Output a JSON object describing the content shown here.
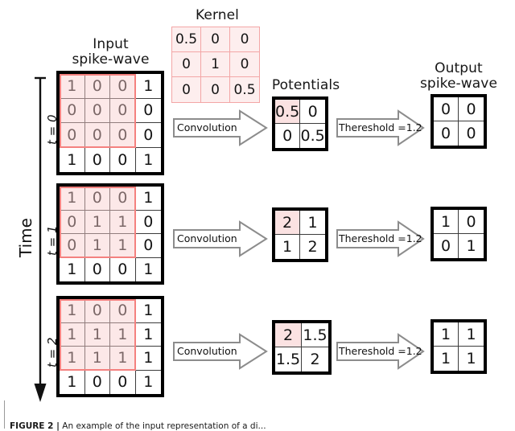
{
  "figure": {
    "headings": {
      "kernel": "Kernel",
      "input": "Input\nspike-wave",
      "potentials": "Potentials",
      "output": "Output\nspike-wave",
      "time_axis": "Time"
    },
    "colors": {
      "highlight_fill": "#f8cdcd",
      "highlight_border": "#f4817f",
      "matrix_border": "#000000",
      "grid_line": "#3c3c3c",
      "arrow_stroke": "#8c8c8c",
      "text": "#141414"
    },
    "kernel": {
      "name": "Kernel",
      "rows": [
        [
          "0.5",
          "0",
          "0"
        ],
        [
          "0",
          "1",
          "0"
        ],
        [
          "0",
          "0",
          "0.5"
        ]
      ]
    },
    "arrows": {
      "convolution_label": "Convolution",
      "threshold_label": "Thereshold =1.2"
    },
    "timesteps": [
      {
        "time_label": "t = 0",
        "input": {
          "rows": [
            [
              "1",
              "0",
              "0",
              "1"
            ],
            [
              "0",
              "0",
              "0",
              "0"
            ],
            [
              "0",
              "0",
              "0",
              "0"
            ],
            [
              "1",
              "0",
              "0",
              "1"
            ]
          ],
          "highlight": {
            "row": 0,
            "col": 0,
            "size": 3
          }
        },
        "potentials": {
          "rows": [
            [
              "0.5",
              "0"
            ],
            [
              "0",
              "0.5"
            ]
          ],
          "highlight": {
            "row": 0,
            "col": 0
          }
        },
        "output": {
          "rows": [
            [
              "0",
              "0"
            ],
            [
              "0",
              "0"
            ]
          ]
        }
      },
      {
        "time_label": "t = 1",
        "input": {
          "rows": [
            [
              "1",
              "0",
              "0",
              "1"
            ],
            [
              "0",
              "1",
              "1",
              "0"
            ],
            [
              "0",
              "1",
              "1",
              "0"
            ],
            [
              "1",
              "0",
              "0",
              "1"
            ]
          ],
          "highlight": {
            "row": 0,
            "col": 0,
            "size": 3
          }
        },
        "potentials": {
          "rows": [
            [
              "2",
              "1"
            ],
            [
              "1",
              "2"
            ]
          ],
          "highlight": {
            "row": 0,
            "col": 0
          }
        },
        "output": {
          "rows": [
            [
              "1",
              "0"
            ],
            [
              "0",
              "1"
            ]
          ]
        }
      },
      {
        "time_label": "t = 2",
        "input": {
          "rows": [
            [
              "1",
              "0",
              "0",
              "1"
            ],
            [
              "1",
              "1",
              "1",
              "1"
            ],
            [
              "1",
              "1",
              "1",
              "1"
            ],
            [
              "1",
              "0",
              "0",
              "1"
            ]
          ],
          "highlight": {
            "row": 0,
            "col": 0,
            "size": 3
          }
        },
        "potentials": {
          "rows": [
            [
              "2",
              "1.5"
            ],
            [
              "1.5",
              "2"
            ]
          ],
          "highlight": {
            "row": 0,
            "col": 0
          }
        },
        "output": {
          "rows": [
            [
              "1",
              "1"
            ],
            [
              "1",
              "1"
            ]
          ]
        }
      }
    ],
    "caption": {
      "prefix": "FIGURE 2 |",
      "text": " An example of the input representation of a di..."
    }
  }
}
